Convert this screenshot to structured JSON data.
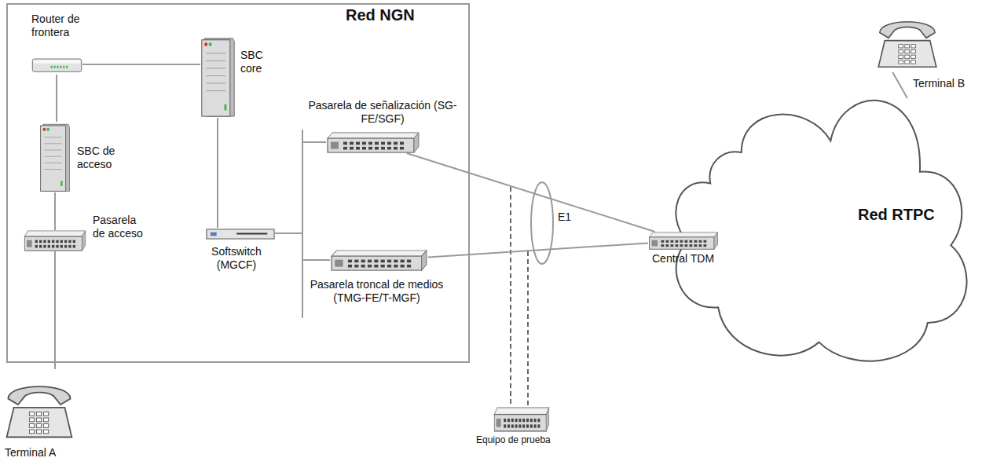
{
  "diagram": {
    "nodes": [
      {
        "text": [
          "Red NGN"
        ]
      },
      {
        "text": [
          "Router de frontera"
        ],
        "in": 0
      },
      {
        "text": [
          "SBC core"
        ],
        "in": 0
      },
      {
        "text": [
          "SBC de acceso"
        ],
        "in": 0
      },
      {
        "text": [
          "Pasarela de señalización (SG-FE/SGF)"
        ],
        "in": 0
      },
      {
        "text": [
          "Softswitch (MGCF)"
        ],
        "in": 0
      },
      {
        "text": [
          "Pasarela de acceso"
        ],
        "in": 0
      },
      {
        "text": [
          "Pasarela troncal de medios (TMG-FE/T-MGF)"
        ],
        "in": 0
      },
      {
        "text": [
          "Terminal A"
        ]
      },
      {
        "text": [
          "Terminal B"
        ]
      },
      {
        "text": [
          "Red RTPC"
        ]
      },
      {
        "text": [
          "Central TDM"
        ]
      },
      {
        "text": [
          "Equipo de prueba"
        ]
      }
    ],
    "edges": [
      {
        "from": 1,
        "to": 2,
        "arrow": "none"
      },
      {
        "from": 1,
        "to": 3,
        "arrow": "none"
      },
      {
        "from": 3,
        "to": 6,
        "arrow": "none"
      },
      {
        "from": 6,
        "to": 8,
        "arrow": "none"
      },
      {
        "from": 2,
        "to": 5,
        "arrow": "none"
      },
      {
        "from": 5,
        "to": 4,
        "arrow": "none"
      },
      {
        "from": 5,
        "to": 7,
        "arrow": "none"
      },
      {
        "from": 4,
        "to": 11,
        "arrow": "none"
      },
      {
        "from": 7,
        "to": 11,
        "arrow": "none"
      },
      {
        "from": 9,
        "to": 10,
        "arrow": "none"
      }
    ],
    "labels": [
      "E1"
    ]
  }
}
